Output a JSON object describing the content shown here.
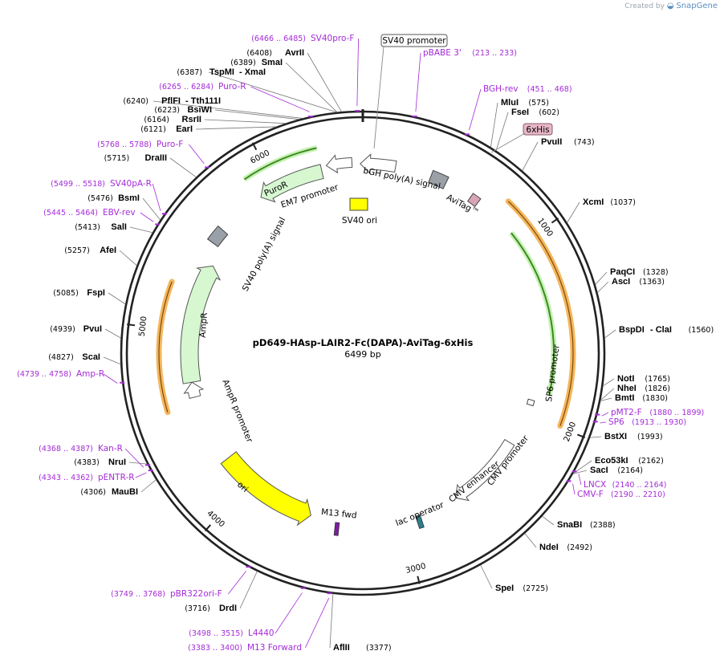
{
  "credit": {
    "prefix": "Created by",
    "brand": "SnapGene"
  },
  "plasmid": {
    "name": "pD649-HAsp-LAIR2-Fc(DAPA)-AviTag-6xHis",
    "length_label": "6499 bp",
    "length": 6499
  },
  "colors": {
    "backbone": "#222222",
    "primer": "#a52bd8",
    "orange": "#f5b65b",
    "green_light": "#d6f7d0",
    "green_dark": "#3d8a1e",
    "yellow": "#ffff00",
    "gray": "#9aa0a8",
    "pink": "#d9a3b8",
    "teal": "#2f7f8a"
  },
  "ticks": [
    {
      "label": "1000",
      "pos": 1000
    },
    {
      "label": "2000",
      "pos": 2000
    },
    {
      "label": "3000",
      "pos": 3000
    },
    {
      "label": "4000",
      "pos": 4000
    },
    {
      "label": "5000",
      "pos": 5000
    },
    {
      "label": "6000",
      "pos": 6000
    }
  ],
  "sites": [
    {
      "name": "MluI",
      "pos": "(575)",
      "p": 575,
      "side": "R",
      "pre": "",
      "name2": ""
    },
    {
      "name": "FseI",
      "pos": "(602)",
      "p": 602,
      "side": "R",
      "pre": "",
      "name2": ""
    },
    {
      "name": "PvuII",
      "pos": "(743)",
      "p": 743,
      "side": "R",
      "pre": "",
      "name2": ""
    },
    {
      "name": "XcmI",
      "pos": "(1037)",
      "p": 1037,
      "side": "R",
      "pre": "",
      "name2": ""
    },
    {
      "name": "PaqCI",
      "pos": "(1328)",
      "p": 1328,
      "side": "R",
      "pre": "",
      "name2": ""
    },
    {
      "name": "AscI",
      "pos": "(1363)",
      "p": 1363,
      "side": "R",
      "pre": "",
      "name2": ""
    },
    {
      "name": "BspDI",
      "pos": "(1560)",
      "p": 1560,
      "side": "R",
      "pre": "",
      "name2": "- ClaI"
    },
    {
      "name": "NotI",
      "pos": "(1765)",
      "p": 1765,
      "side": "R",
      "pre": "",
      "name2": ""
    },
    {
      "name": "NheI",
      "pos": "(1826)",
      "p": 1826,
      "side": "R",
      "pre": "",
      "name2": ""
    },
    {
      "name": "BmtI",
      "pos": "(1830)",
      "p": 1830,
      "side": "R",
      "pre": "",
      "name2": ""
    },
    {
      "name": "BstXI",
      "pos": "(1993)",
      "p": 1993,
      "side": "R",
      "pre": "",
      "name2": ""
    },
    {
      "name": "Eco53kI",
      "pos": "(2162)",
      "p": 2162,
      "side": "R",
      "pre": "",
      "name2": ""
    },
    {
      "name": "SacI",
      "pos": "(2164)",
      "p": 2164,
      "side": "R",
      "pre": "",
      "name2": ""
    },
    {
      "name": "SnaBI",
      "pos": "(2388)",
      "p": 2388,
      "side": "R",
      "pre": "",
      "name2": ""
    },
    {
      "name": "NdeI",
      "pos": "(2492)",
      "p": 2492,
      "side": "R",
      "pre": "",
      "name2": ""
    },
    {
      "name": "SpeI",
      "pos": "(2725)",
      "p": 2725,
      "side": "R",
      "pre": "",
      "name2": ""
    },
    {
      "name": "AflII",
      "pos": "(3377)",
      "p": 3377,
      "side": "B",
      "pre": "",
      "name2": ""
    },
    {
      "name": "DrdI",
      "pos": "(3716)",
      "p": 3716,
      "side": "L",
      "pre": "",
      "name2": ""
    },
    {
      "name": "MauBI",
      "pos": "(4306)",
      "p": 4306,
      "side": "L",
      "pre": "",
      "name2": ""
    },
    {
      "name": "NruI",
      "pos": "(4383)",
      "p": 4383,
      "side": "L",
      "pre": "",
      "name2": ""
    },
    {
      "name": "ScaI",
      "pos": "(4827)",
      "p": 4827,
      "side": "L",
      "pre": "",
      "name2": ""
    },
    {
      "name": "PvuI",
      "pos": "(4939)",
      "p": 4939,
      "side": "L",
      "pre": "",
      "name2": ""
    },
    {
      "name": "FspI",
      "pos": "(5085)",
      "p": 5085,
      "side": "L",
      "pre": "",
      "name2": ""
    },
    {
      "name": "AfeI",
      "pos": "(5257)",
      "p": 5257,
      "side": "L",
      "pre": "",
      "name2": ""
    },
    {
      "name": "SalI",
      "pos": "(5413)",
      "p": 5413,
      "side": "L",
      "pre": "",
      "name2": ""
    },
    {
      "name": "BsmI",
      "pos": "(5476)",
      "p": 5476,
      "side": "L",
      "pre": "",
      "name2": ""
    },
    {
      "name": "DraIII",
      "pos": "(5715)",
      "p": 5715,
      "side": "L",
      "pre": "",
      "name2": ""
    },
    {
      "name": "EarI",
      "pos": "(6121)",
      "p": 6121,
      "side": "L",
      "pre": "",
      "name2": ""
    },
    {
      "name": "RsrII",
      "pos": "(6164)",
      "p": 6164,
      "side": "L",
      "pre": "",
      "name2": ""
    },
    {
      "name": "BsiWI",
      "pos": "(6223)",
      "p": 6223,
      "side": "L",
      "pre": "",
      "name2": ""
    },
    {
      "name": "PflFI",
      "pos": "(6240)",
      "p": 6240,
      "side": "L",
      "pre": "",
      "name2": "- Tth111I"
    },
    {
      "name": "TspMI",
      "pos": "(6387)",
      "p": 6387,
      "side": "L",
      "pre": "",
      "name2": "- XmaI"
    },
    {
      "name": "SmaI",
      "pos": "(6389)",
      "p": 6389,
      "side": "L",
      "pre": "",
      "name2": ""
    },
    {
      "name": "AvrII",
      "pos": "(6408)",
      "p": 6408,
      "side": "L",
      "pre": "",
      "name2": ""
    }
  ],
  "primers": [
    {
      "name": "SV40pro-F",
      "range": "(6466 .. 6485)",
      "p": 6475
    },
    {
      "name": "pBABE 3'",
      "range": "(213 .. 233)",
      "p": 223
    },
    {
      "name": "BGH-rev",
      "range": "(451 .. 468)",
      "p": 460
    },
    {
      "name": "pMT2-F",
      "range": "(1880 .. 1899)",
      "p": 1890
    },
    {
      "name": "SP6",
      "range": "(1913 .. 1930)",
      "p": 1921
    },
    {
      "name": "LNCX",
      "range": "(2140 .. 2164)",
      "p": 2152
    },
    {
      "name": "CMV-F",
      "range": "(2190 .. 2210)",
      "p": 2200
    },
    {
      "name": "M13 Forward",
      "range": "(3383 .. 3400)",
      "p": 3392
    },
    {
      "name": "L4440",
      "range": "(3498 .. 3515)",
      "p": 3506
    },
    {
      "name": "pBR322ori-F",
      "range": "(3749 .. 3768)",
      "p": 3758
    },
    {
      "name": "pENTR-R",
      "range": "(4343 .. 4362)",
      "p": 4352
    },
    {
      "name": "Kan-R",
      "range": "(4368 .. 4387)",
      "p": 4378
    },
    {
      "name": "Amp-R",
      "range": "(4739 .. 4758)",
      "p": 4748
    },
    {
      "name": "EBV-rev",
      "range": "(5445 .. 5464)",
      "p": 5454
    },
    {
      "name": "SV40pA-R",
      "range": "(5499 .. 5518)",
      "p": 5508
    },
    {
      "name": "Puro-F",
      "range": "(5768 .. 5788)",
      "p": 5778
    },
    {
      "name": "Puro-R",
      "range": "(6265 .. 6284)",
      "p": 6274
    }
  ],
  "boxed_labels": {
    "sv40_promoter": "SV40 promoter",
    "his6": "6xHis"
  },
  "features": {
    "bgh": "bGH poly(A) signal",
    "avitag": "AviTag™",
    "sv40ori": "SV40 ori",
    "em7": "EM7 promoter",
    "puror": "PuroR",
    "sv40pa": "SV40 poly(A) signal",
    "ampr": "AmpR",
    "ampr_promoter": "AmpR promoter",
    "ori": "ori",
    "m13fwd": "M13 fwd",
    "lac_operator": "lac operator",
    "cmv_enhancer": "CMV enhancer",
    "cmv_promoter": "CMV promoter",
    "sp6_promoter": "SP6 promoter"
  }
}
